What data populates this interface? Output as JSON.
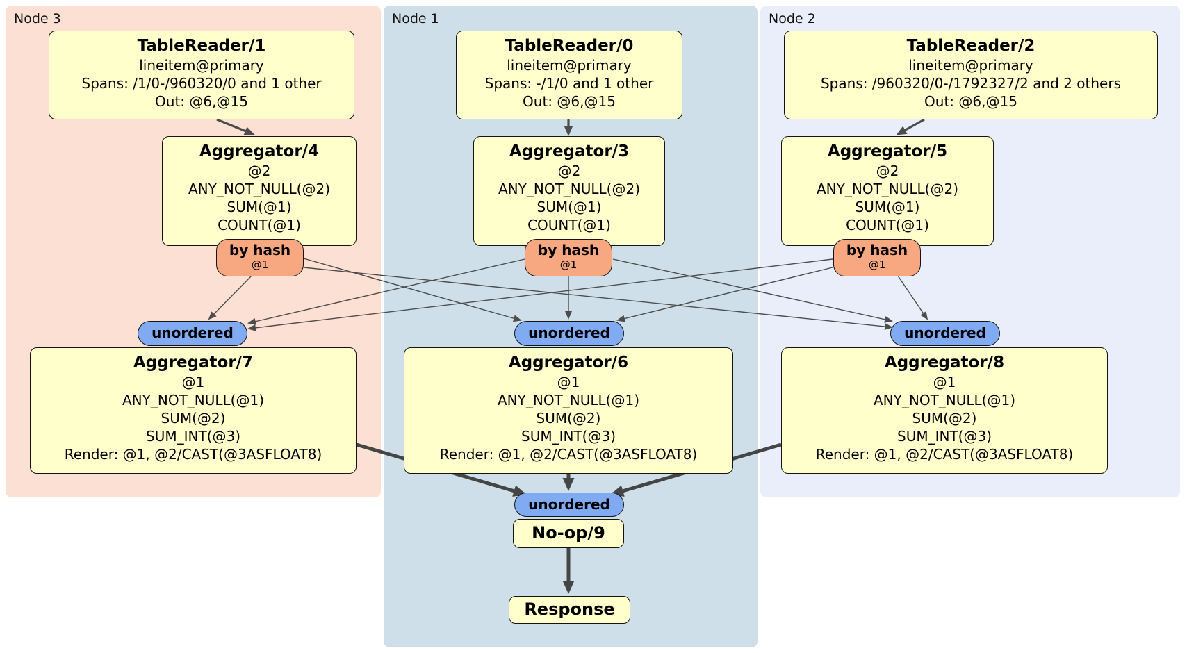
{
  "regions": [
    {
      "label": "Node 3",
      "color": "#fbe0d3"
    },
    {
      "label": "Node 1",
      "color": "#cfdfe9"
    },
    {
      "label": "Node 2",
      "color": "#e9eefa"
    }
  ],
  "processors": {
    "tablereader1": {
      "title": "TableReader/1",
      "lines": [
        "lineitem@primary",
        "Spans: /1/0-/960320/0 and 1 other",
        "Out: @6,@15"
      ]
    },
    "tablereader0": {
      "title": "TableReader/0",
      "lines": [
        "lineitem@primary",
        "Spans: -/1/0 and 1 other",
        "Out: @6,@15"
      ]
    },
    "tablereader2": {
      "title": "TableReader/2",
      "lines": [
        "lineitem@primary",
        "Spans: /960320/0-/1792327/2 and 2 others",
        "Out: @6,@15"
      ]
    },
    "aggregator4": {
      "title": "Aggregator/4",
      "lines": [
        "@2",
        "ANY_NOT_NULL(@2)",
        "SUM(@1)",
        "COUNT(@1)"
      ]
    },
    "aggregator3": {
      "title": "Aggregator/3",
      "lines": [
        "@2",
        "ANY_NOT_NULL(@2)",
        "SUM(@1)",
        "COUNT(@1)"
      ]
    },
    "aggregator5": {
      "title": "Aggregator/5",
      "lines": [
        "@2",
        "ANY_NOT_NULL(@2)",
        "SUM(@1)",
        "COUNT(@1)"
      ]
    },
    "aggregator7": {
      "title": "Aggregator/7",
      "lines": [
        "@1",
        "ANY_NOT_NULL(@1)",
        "SUM(@2)",
        "SUM_INT(@3)",
        "Render: @1, @2/CAST(@3ASFLOAT8)"
      ]
    },
    "aggregator6": {
      "title": "Aggregator/6",
      "lines": [
        "@1",
        "ANY_NOT_NULL(@1)",
        "SUM(@2)",
        "SUM_INT(@3)",
        "Render: @1, @2/CAST(@3ASFLOAT8)"
      ]
    },
    "aggregator8": {
      "title": "Aggregator/8",
      "lines": [
        "@1",
        "ANY_NOT_NULL(@1)",
        "SUM(@2)",
        "SUM_INT(@3)",
        "Render: @1, @2/CAST(@3ASFLOAT8)"
      ]
    },
    "noop": {
      "title": "No-op/9"
    },
    "response": {
      "title": "Response"
    }
  },
  "routers": {
    "by_hash": {
      "label": "by hash",
      "sublabel": "@1",
      "color": "#f7a880"
    },
    "sync": {
      "label": "unordered",
      "color": "#80aaf2"
    }
  },
  "colors": {
    "processor_fill": "#ffffcc",
    "edge": "#4d4d4d"
  },
  "edges": {
    "reader_to_agg": [
      [
        312,
        172,
        364,
        193
      ],
      [
        818,
        172,
        818,
        193
      ],
      [
        1330,
        172,
        1292,
        193
      ]
    ],
    "hash_to_sync": [
      [
        362,
        397,
        301,
        459
      ],
      [
        437,
        372,
        749,
        461
      ],
      [
        437,
        385,
        1283,
        471
      ],
      [
        818,
        397,
        818,
        458
      ],
      [
        755,
        373,
        358,
        465
      ],
      [
        882,
        373,
        1283,
        462
      ],
      [
        1292,
        397,
        1334,
        459
      ],
      [
        1198,
        373,
        358,
        473
      ],
      [
        1198,
        385,
        889,
        461
      ]
    ],
    "agg_to_final": [
      [
        513,
        640,
        754,
        711
      ],
      [
        818,
        682,
        818,
        703
      ],
      [
        1124,
        640,
        882,
        711
      ]
    ],
    "noop_to_response": [
      [
        818,
        789,
        818,
        851
      ]
    ]
  }
}
